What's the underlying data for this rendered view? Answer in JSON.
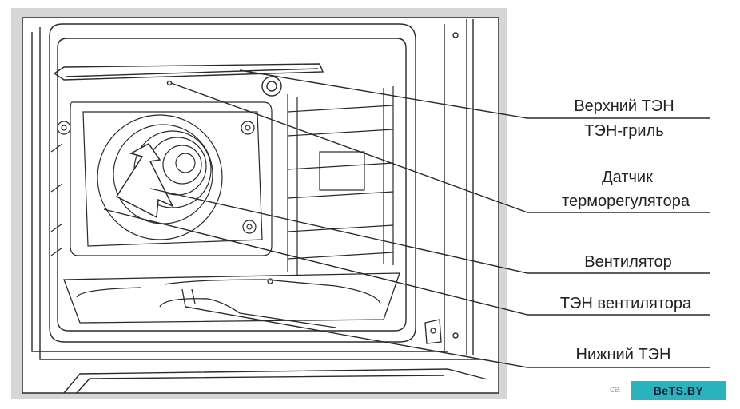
{
  "labels": {
    "top_heater": "Верхний ТЭН",
    "grill_heater": "ТЭН-гриль",
    "thermostat_sensor_line1": "Датчик",
    "thermostat_sensor_line2": "терморегулятора",
    "fan": "Вентилятор",
    "fan_heater": "ТЭН вентилятора",
    "bottom_heater": "Нижний ТЭН"
  },
  "watermark": {
    "prefix": "са",
    "badge": "BeTS.BY",
    "badge_color": "#2bb3bd"
  },
  "colors": {
    "frame_gray": "#d6d6d6",
    "line": "#2a2a2a",
    "interior": "#ffffff"
  }
}
